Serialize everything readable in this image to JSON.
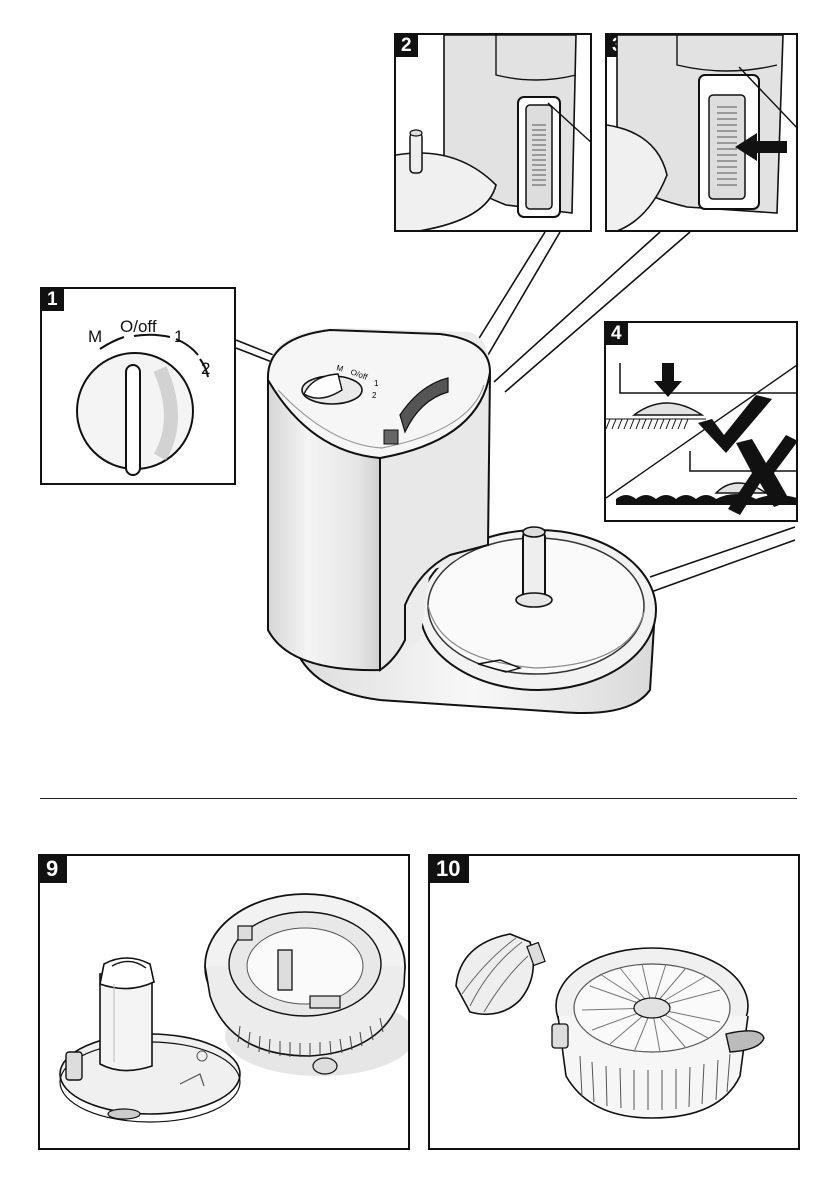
{
  "figures": {
    "fig1": {
      "number": "1",
      "dial": {
        "m": "M",
        "off": "O/off",
        "one": "1",
        "two": "2"
      }
    },
    "fig2": {
      "number": "2"
    },
    "fig3": {
      "number": "3"
    },
    "fig4": {
      "number": "4"
    },
    "fig9": {
      "number": "9"
    },
    "fig10": {
      "number": "10"
    }
  },
  "colors": {
    "outline": "#111111",
    "shade": "#d9d9d9",
    "light": "#eeeeee"
  },
  "icons": [
    "check-mark-icon",
    "cross-mark-icon",
    "arrow-down-icon",
    "arrow-left-icon"
  ]
}
